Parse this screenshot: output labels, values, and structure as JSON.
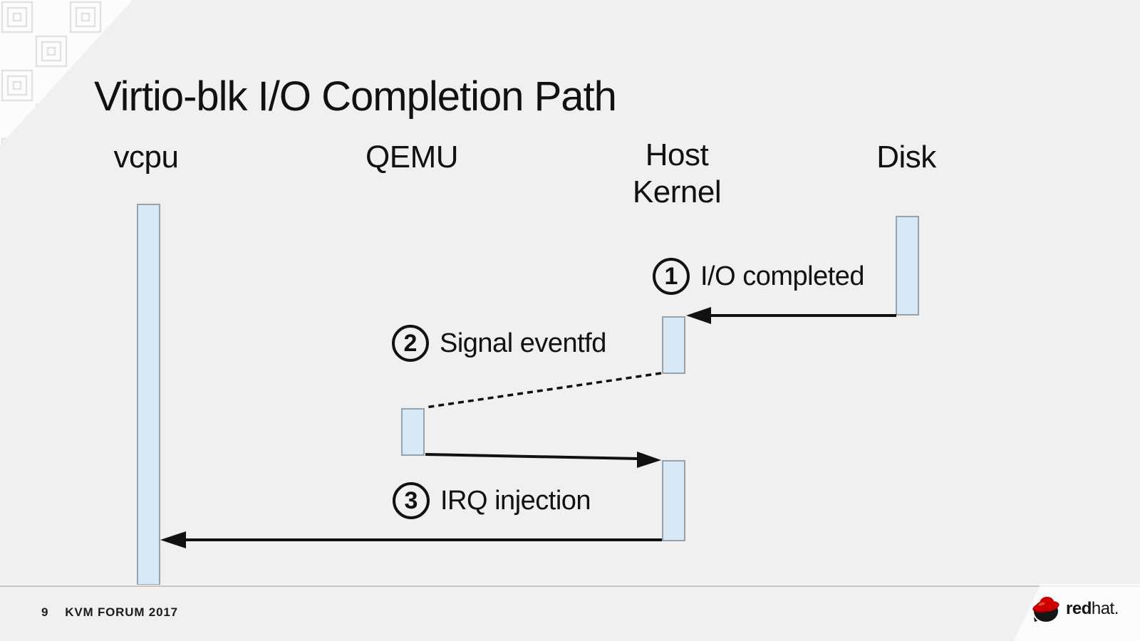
{
  "slide": {
    "title": "Virtio-blk I/O Completion Path",
    "footer": {
      "page_number": "9",
      "event": "KVM FORUM 2017"
    },
    "logo": {
      "name": "redhat-logo",
      "brand_bold": "red",
      "brand_rest": "hat."
    }
  },
  "diagram": {
    "type": "sequence-diagram",
    "actors": [
      {
        "name": "vcpu"
      },
      {
        "name": "QEMU"
      },
      {
        "name": "Host Kernel"
      },
      {
        "name": "Disk"
      }
    ],
    "steps": [
      {
        "number": "1",
        "label": "I/O completed"
      },
      {
        "number": "2",
        "label": "Signal eventfd"
      },
      {
        "number": "3",
        "label": "IRQ injection"
      }
    ],
    "messages": [
      {
        "from": "Disk",
        "to": "Host Kernel",
        "style": "solid",
        "step": "1"
      },
      {
        "from": "Host Kernel",
        "to": "QEMU",
        "style": "dashed",
        "step": "2"
      },
      {
        "from": "QEMU",
        "to": "Host Kernel",
        "style": "solid",
        "step": ""
      },
      {
        "from": "Host Kernel",
        "to": "vcpu",
        "style": "solid",
        "step": "3"
      }
    ],
    "colors": {
      "background": "#f0f0f0",
      "activation_fill": "#d7e9f6",
      "activation_border": "#97a2ab",
      "arrow": "#111111",
      "logo_red": "#cc0000"
    }
  }
}
